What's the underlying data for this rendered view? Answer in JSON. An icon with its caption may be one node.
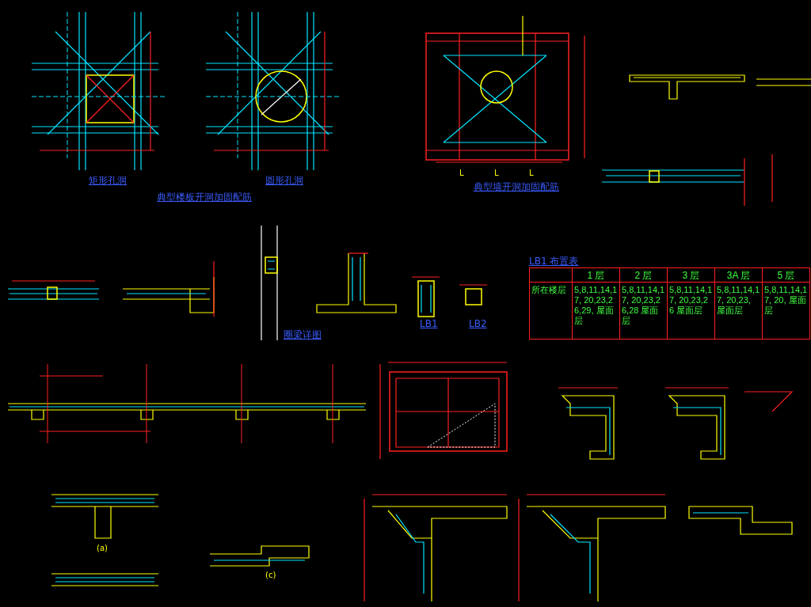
{
  "diagram": {
    "labels": [
      "矩形孔洞",
      "圆形孔洞",
      "典型楼板开洞加固配筋",
      "典型墙开洞加固配筋",
      "圈梁详图",
      "LB1",
      "LB2",
      "LB1 布置表",
      "1 层",
      "2 层",
      "3 层",
      "3A 层",
      "5 层",
      "所在楼层",
      "5,8,11,14,17, 20,23,26,29, 屋面层",
      "5,8,11,14,17, 20,23,26,28 屋面层",
      "5,8,11,14,17, 20,23,26 屋面层",
      "5,8,11,14,17, 20,23, 屋面层",
      "5,8,11,14,17, 20, 屋面层",
      "(a)",
      "(c)",
      "L",
      "L",
      "L"
    ]
  }
}
